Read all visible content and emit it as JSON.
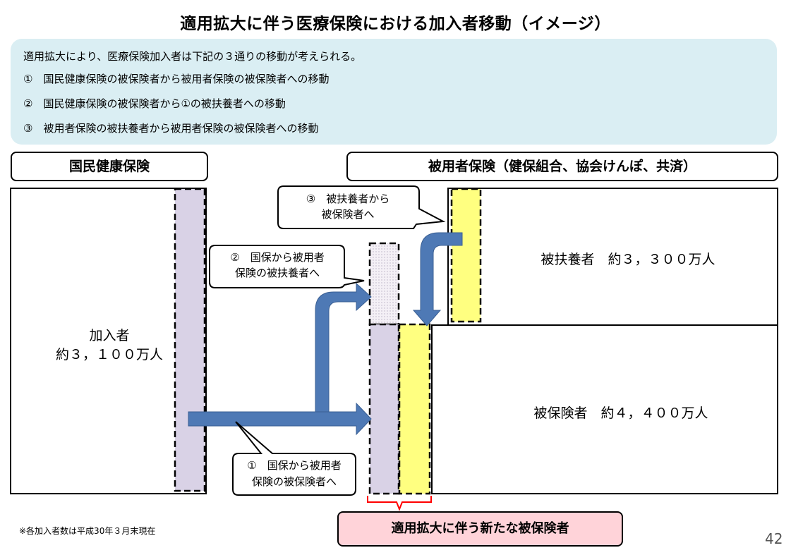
{
  "title": "適用拡大に伴う医療保険における加入者移動（イメージ）",
  "summary": {
    "intro": "適用拡大により、医療保険加入者は下記の３通りの移動が考えられる。",
    "items": [
      "①　国民健康保険の被保険者から被用者保険の被保険者への移動",
      "②　国民健康保険の被保険者から①の被扶養者への移動",
      "③　被用者保険の被扶養者から被用者保険の被保険者への移動"
    ]
  },
  "headers": {
    "kokuho": "国民健康保険",
    "hiyosha": "被用者保険（健保組合、協会けんぽ、共済）"
  },
  "kokuho_box": {
    "line1": "加入者",
    "line2": "約３，１００万人"
  },
  "hifuyo_box": {
    "label": "被扶養者　約３，３００万人"
  },
  "hihoken_box": {
    "label": "被保険者　約４，４００万人"
  },
  "callouts": {
    "c1": {
      "line1": "①　国保から被用者",
      "line2": "保険の被保険者へ"
    },
    "c2": {
      "line1": "②　国保から被用者",
      "line2": "保険の被扶養者へ"
    },
    "c3": {
      "line1": "③　被扶養者から",
      "line2": "被保険者へ"
    }
  },
  "bottom_label": "適用拡大に伴う新たな被保険者",
  "footnote": "※各加入者数は平成30年３月末現在",
  "page_number": "42",
  "colors": {
    "summary_bg": "#daeef3",
    "lavender": "#d9d2e6",
    "yellow": "#ffff80",
    "arrow": "#4e79b5",
    "pink": "#ffd3d9",
    "bracket": "#ff0000"
  }
}
